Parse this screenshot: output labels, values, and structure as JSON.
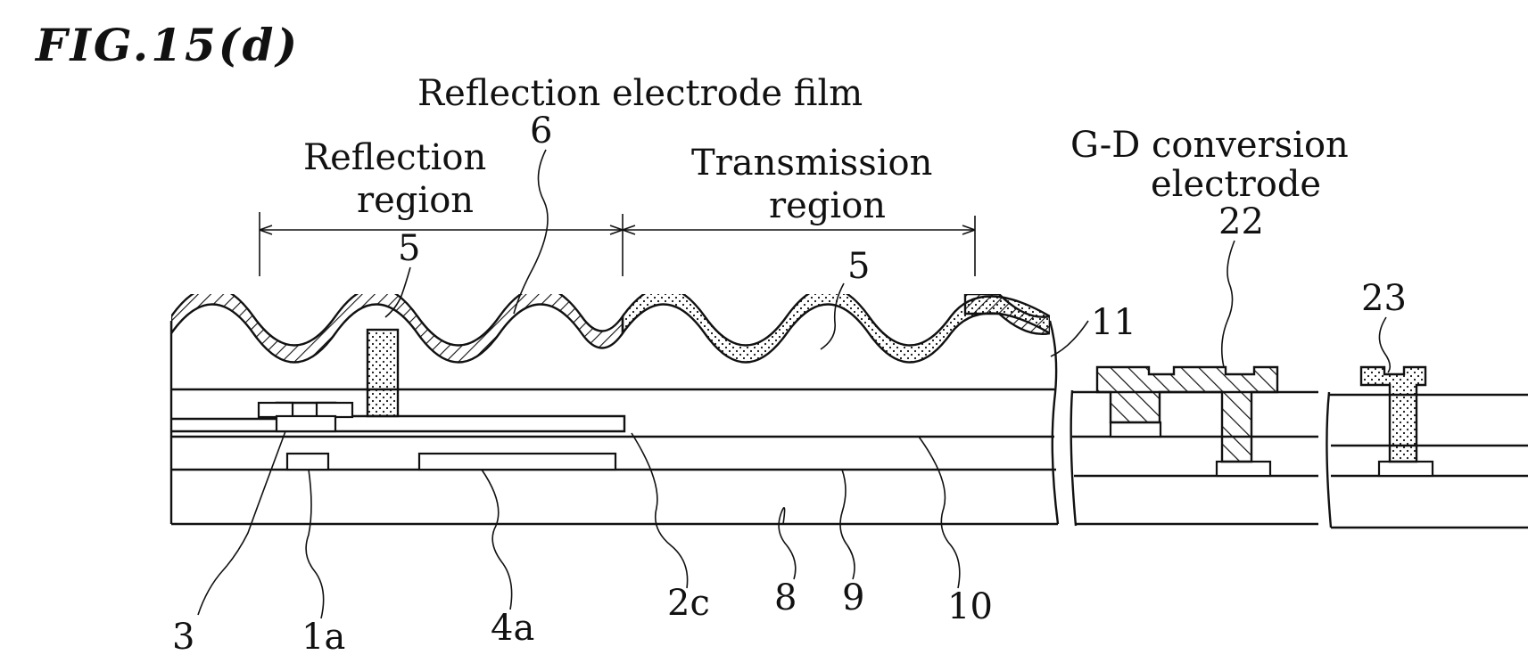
{
  "figure": {
    "title": "FIG.15(d)",
    "labels": {
      "reflection_electrode_film": "Reflection electrode film",
      "reflection_region_line1": "Reflection",
      "reflection_region_line2": "region",
      "transmission_region_line1": "Transmission",
      "transmission_region_line2": "region",
      "gd_conversion_line1": "G-D conversion",
      "gd_conversion_line2": "electrode"
    },
    "refs": {
      "r6": "6",
      "r5a": "5",
      "r5b": "5",
      "r11": "11",
      "r22": "22",
      "r23": "23",
      "r3": "3",
      "r1a": "1a",
      "r4a": "4a",
      "r2c": "2c",
      "r8": "8",
      "r9": "9",
      "r10": "10"
    },
    "colors": {
      "ink": "#111111",
      "paper": "#ffffff"
    }
  }
}
